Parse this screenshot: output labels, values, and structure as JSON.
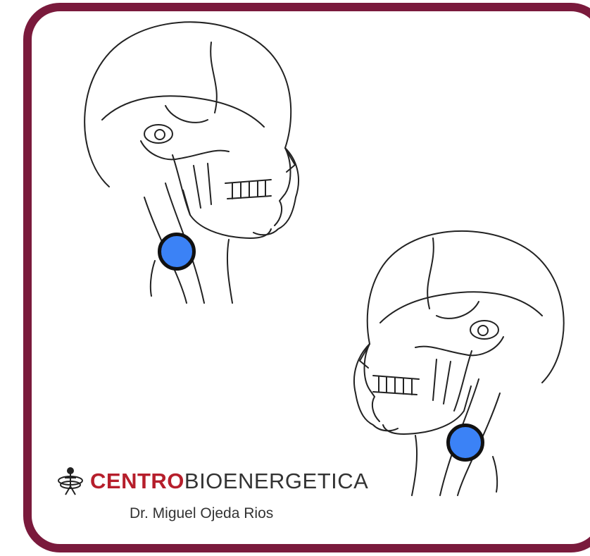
{
  "brand": {
    "name_bold": "CENTRO",
    "name_light": "BIOENERGETICA",
    "accent_color": "#b61e2b",
    "logo_icon": "human-figure-logo-icon"
  },
  "doctor": "Dr. Miguel Ojeda Rios",
  "frame_color": "#7a1a3c",
  "markers": [
    {
      "name": "neck-point-right-profile",
      "color": "#3b82f6"
    },
    {
      "name": "neck-point-left-profile",
      "color": "#3b82f6"
    }
  ],
  "figures": [
    {
      "name": "skull-profile-facing-right"
    },
    {
      "name": "skull-profile-facing-left"
    }
  ]
}
